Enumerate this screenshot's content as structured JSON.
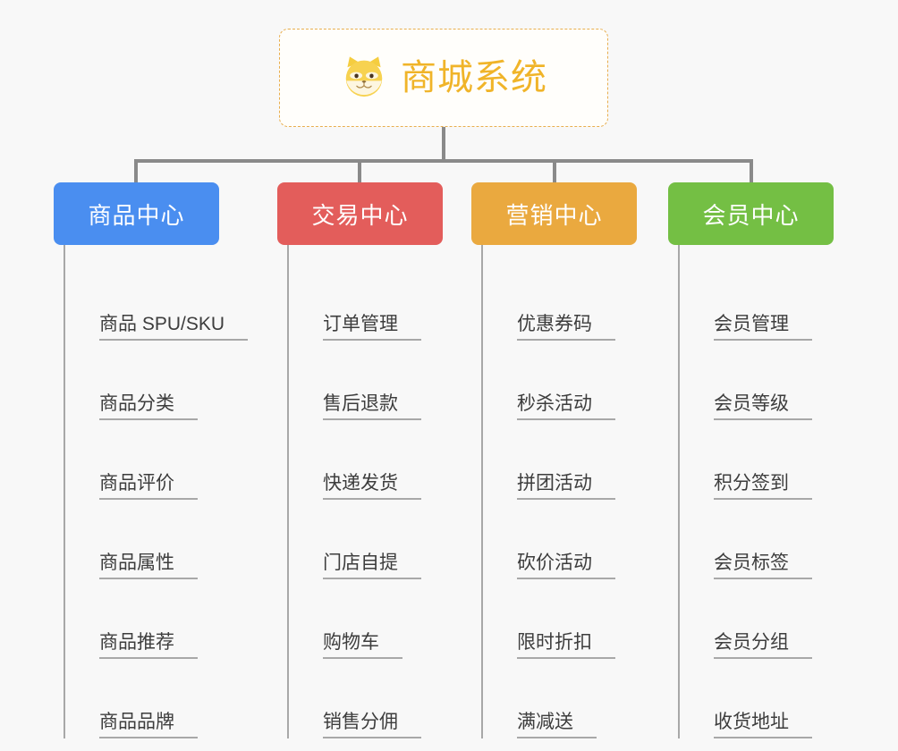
{
  "root": {
    "title": "商城系统",
    "icon": "shiba-dog-face-icon",
    "border_color": "#e8ae4e",
    "text_color": "#f0b429",
    "background": "#fffefb"
  },
  "canvas": {
    "background": "#f8f8f8",
    "connector_color": "#8a8a8a",
    "divider_color": "#a8a8a8",
    "label_color": "#3d3d3d"
  },
  "columns": [
    {
      "title": "商品中心",
      "color": "#4a8ef0",
      "items": [
        "商品 SPU/SKU",
        "商品分类",
        "商品评价",
        "商品属性",
        "商品推荐",
        "商品品牌"
      ]
    },
    {
      "title": "交易中心",
      "color": "#e35d5b",
      "items": [
        "订单管理",
        "售后退款",
        "快递发货",
        "门店自提",
        "购物车",
        "销售分佣"
      ]
    },
    {
      "title": "营销中心",
      "color": "#eaa93f",
      "items": [
        "优惠券码",
        "秒杀活动",
        "拼团活动",
        "砍价活动",
        "限时折扣",
        "满减送"
      ]
    },
    {
      "title": "会员中心",
      "color": "#74bf44",
      "items": [
        "会员管理",
        "会员等级",
        "积分签到",
        "会员标签",
        "会员分组",
        "收货地址"
      ]
    }
  ]
}
